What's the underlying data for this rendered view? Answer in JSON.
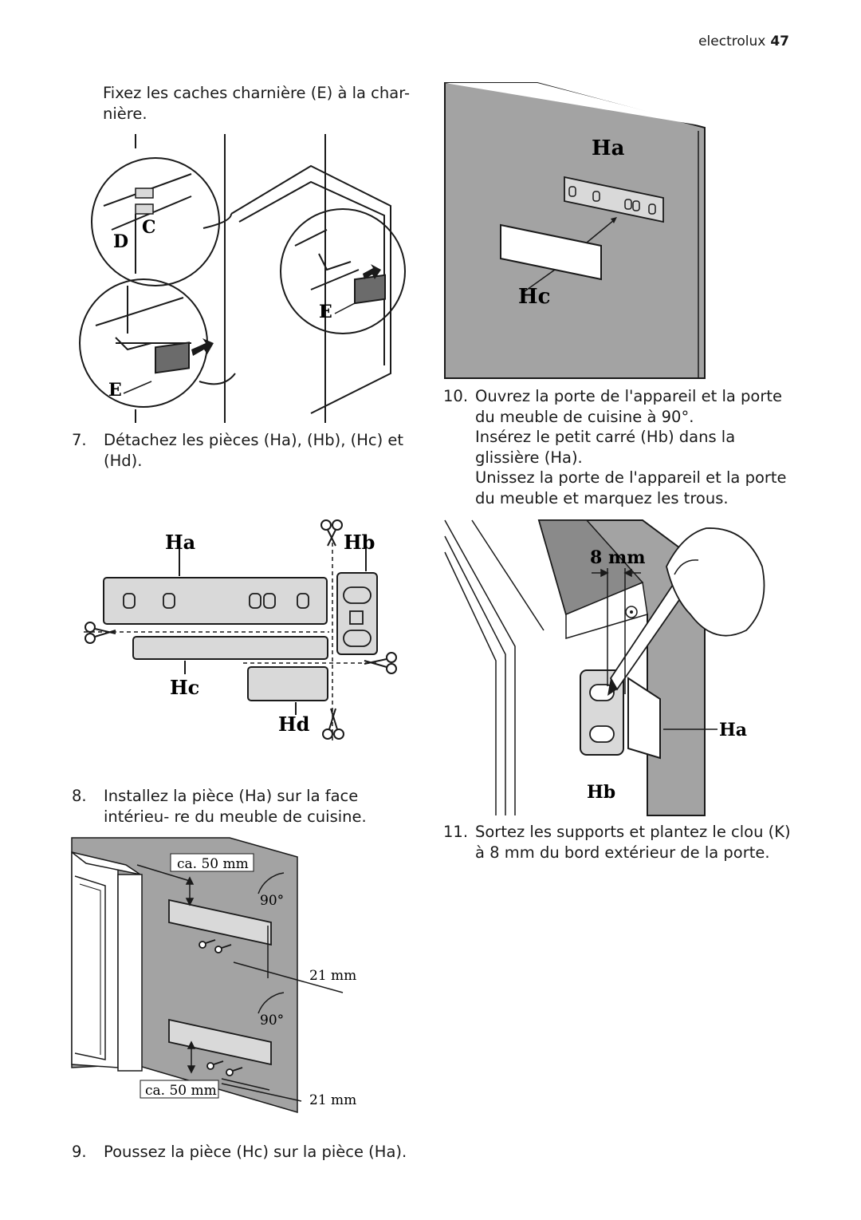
{
  "header": {
    "brand": "electrolux",
    "page_number": "47"
  },
  "left": {
    "intro": "Fixez les caches charnière (E) à la char- nière.",
    "fig1_labels": {
      "c": "C",
      "d": "D",
      "e1": "E",
      "e2": "E"
    },
    "step7": {
      "num": "7.",
      "text": "Détachez les pièces (Ha), (Hb), (Hc) et (Hd)."
    },
    "fig2_labels": {
      "ha": "Ha",
      "hb": "Hb",
      "hc": "Hc",
      "hd": "Hd"
    },
    "step8": {
      "num": "8.",
      "text": "Installez la pièce (Ha) sur la face intérieu- re du meuble de cuisine."
    },
    "fig3_labels": {
      "ca_top": "ca. 50 mm",
      "ca_bottom": "ca. 50 mm",
      "angle_top": "90°",
      "angle_bottom": "90°",
      "dim_top": "21 mm",
      "dim_bottom": "21 mm"
    },
    "step9": {
      "num": "9.",
      "text": "Poussez la pièce (Hc) sur la pièce (Ha)."
    }
  },
  "right": {
    "fig4_labels": {
      "ha": "Ha",
      "hc": "Hc"
    },
    "step10": {
      "num": "10.",
      "lines": [
        "Ouvrez la porte de l'appareil et la porte du meuble de cuisine à 90°.",
        "Insérez le petit carré (Hb) dans la glissière (Ha).",
        "Unissez la porte de l'appareil et la porte du meuble et marquez les trous."
      ]
    },
    "fig5_labels": {
      "mm": "8 mm",
      "ha": "Ha",
      "hb": "Hb"
    },
    "step11": {
      "num": "11.",
      "text": "Sortez les supports et plantez le clou (K) à 8 mm du bord extérieur de la porte."
    }
  },
  "colors": {
    "panel_grey": "#a3a3a3",
    "part_grey": "#d9d9d9",
    "ink": "#1a1a1a"
  }
}
